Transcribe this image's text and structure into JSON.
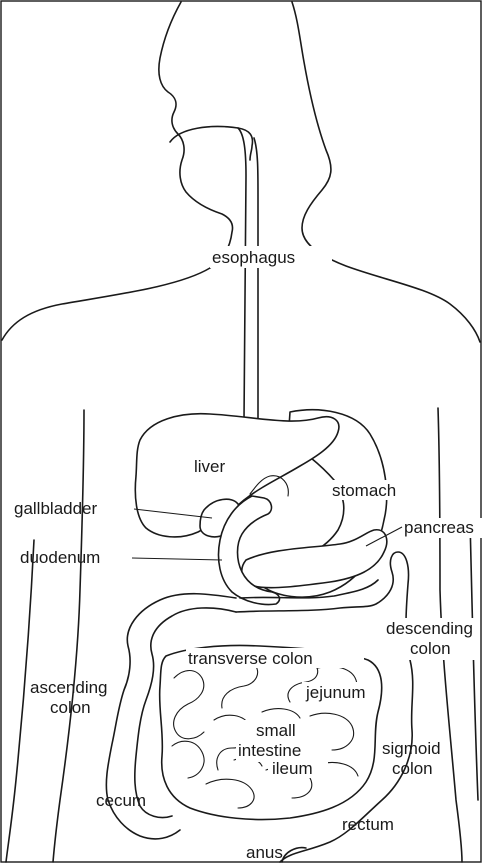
{
  "labels": {
    "esophagus": "esophagus",
    "liver": "liver",
    "stomach": "stomach",
    "gallbladder": "gallbladder",
    "pancreas": "pancreas",
    "duodenum": "duodenum",
    "transverse_colon": "transverse colon",
    "descending_colon_1": "descending",
    "descending_colon_2": "colon",
    "jejunum": "jejunum",
    "ascending_colon_1": "ascending",
    "ascending_colon_2": "colon",
    "small_intestine_1": "small",
    "small_intestine_2": "intestine",
    "sigmoid_colon_1": "sigmoid",
    "sigmoid_colon_2": "colon",
    "ileum": "ileum",
    "cecum": "cecum",
    "rectum": "rectum",
    "anus": "anus"
  }
}
